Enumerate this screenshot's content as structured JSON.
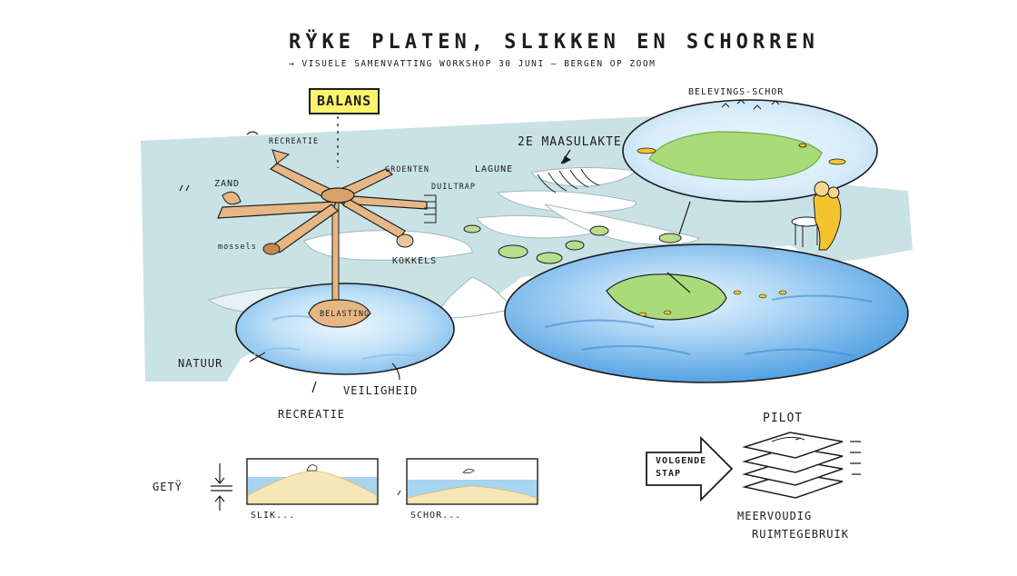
{
  "title": "RŸKE PLATEN, SLIKKEN EN SCHORREN",
  "subtitle": "→ VISUELE SAMENVATTING WORKSHOP 30 JUNI – BERGEN OP ZOOM",
  "balance_label": "BALANS",
  "windmill_labels": {
    "recreatie_top": "RECREATIE",
    "zand": "ZAND",
    "groenten": "GROENTEN",
    "duiltrap": "DUILTRAP",
    "mossels": "mossels",
    "kokkels": "KOKKELS",
    "belasting": "BELASTING"
  },
  "lower_labels": {
    "natuur": "NATUUR",
    "veiligheid": "VEILIGHEID",
    "recreatie": "RECREATIE"
  },
  "map_labels": {
    "maasvlakte": "2E MAASULAKTE",
    "lagune": "LAGUNE",
    "belevings_schor": "BELEVINGS-SCHOR"
  },
  "tide": {
    "getij": "GETŸ",
    "slik": "SLIK...",
    "schor": "SCHOR..."
  },
  "next_step": {
    "arrow_text_line1": "VOLGENDE",
    "arrow_text_line2": "STAP",
    "pilot": "PILOT",
    "multi_line1": "MEERVOUDIG",
    "multi_line2": "RUIMTEGEBRUIK"
  },
  "colors": {
    "sea": "#c9e2e6",
    "ink": "#1d1d1d",
    "wood": "#e6b784",
    "wood_dark": "#b9834f",
    "grass": "#a9db7a",
    "water_blue": "#6fb3ea",
    "highlight": "#fff36b",
    "sand": "#f5e7b6",
    "person": "#f4c430"
  }
}
